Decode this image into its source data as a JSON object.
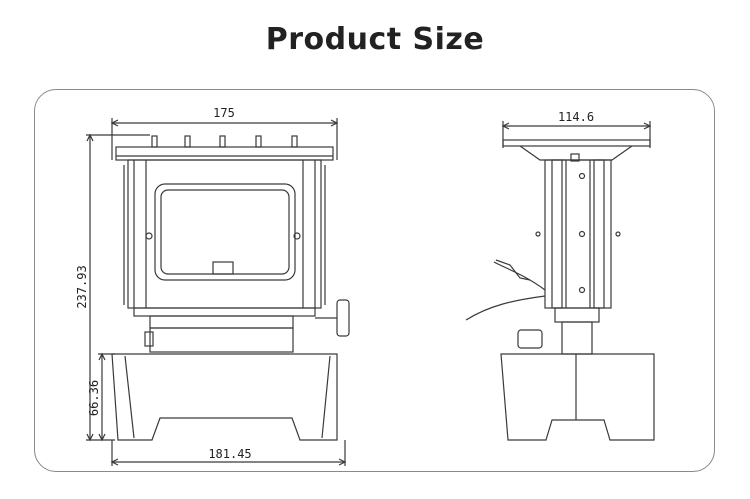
{
  "page": {
    "title": "Product Size"
  },
  "front_view": {
    "width_top": "175",
    "height_total": "237.93",
    "height_base": "66.36",
    "width_base": "181.45"
  },
  "side_view": {
    "width_top": "114.6"
  },
  "colors": {
    "line": "#3a3a3a",
    "frame": "#8a8a8a",
    "title": "#222222"
  }
}
